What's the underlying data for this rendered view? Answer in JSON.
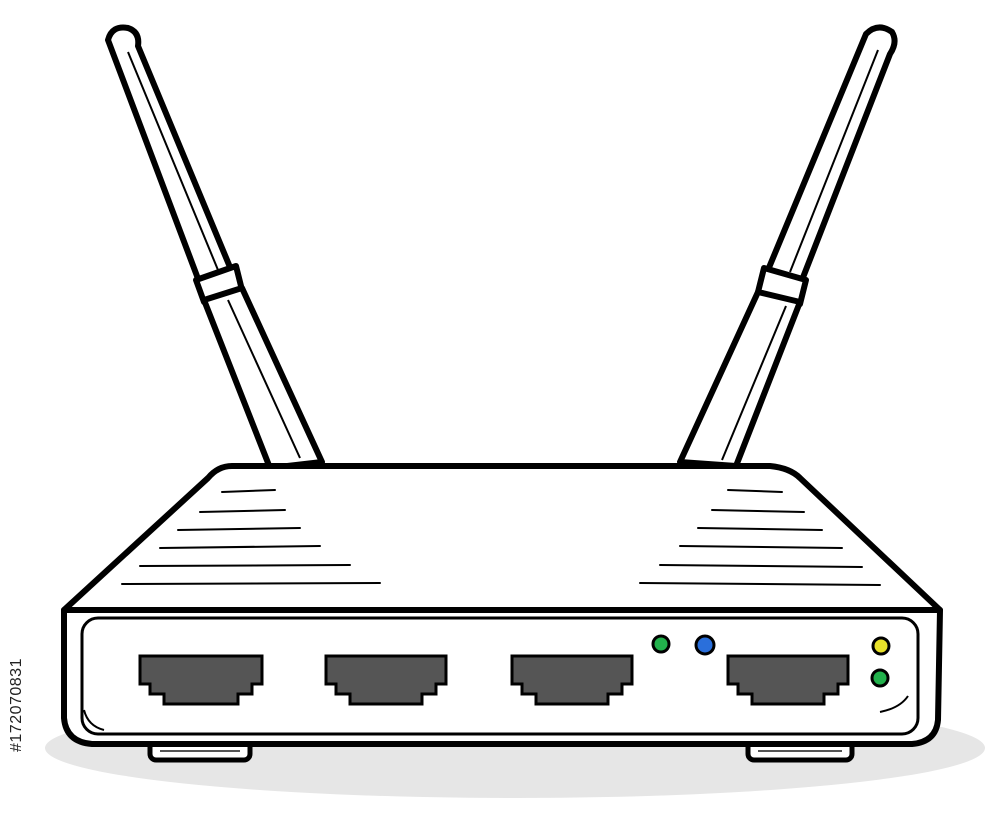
{
  "stock_id": "#172070831",
  "device": {
    "antennas": [
      "left-antenna",
      "right-antenna"
    ],
    "ports": 4,
    "leds": [
      {
        "name": "green-led-1",
        "color": "#22b14c"
      },
      {
        "name": "blue-led",
        "color": "#2a6fdb"
      },
      {
        "name": "yellow-led",
        "color": "#e8e12a"
      },
      {
        "name": "green-led-2",
        "color": "#22b14c"
      }
    ],
    "colors": {
      "outline": "#000000",
      "body": "#ffffff",
      "port": "#555555",
      "shadow": "#e6e6e6"
    }
  }
}
